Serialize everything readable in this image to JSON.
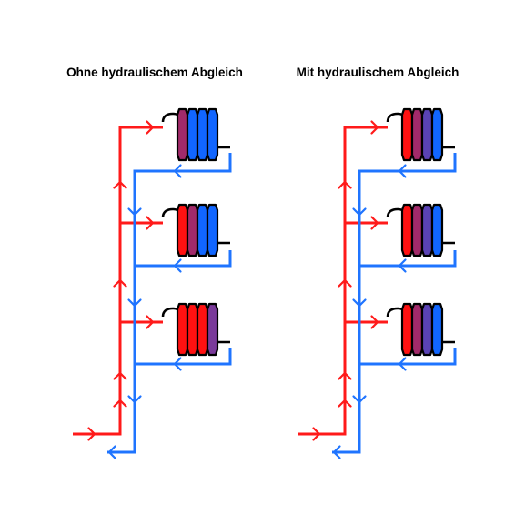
{
  "colors": {
    "supply": "#ff1a1a",
    "return": "#1f74ff",
    "outline": "#000000",
    "hot": "#ff1111",
    "warm": "#7a3a9a",
    "cool": "#1166ff",
    "mid": "#a22a6a",
    "mid2": "#5a43b5"
  },
  "panels": [
    {
      "title": "Ohne hydraulischem Abgleich",
      "radiators": [
        {
          "sections": [
            "mid",
            "cool",
            "cool",
            "cool"
          ]
        },
        {
          "sections": [
            "hot",
            "mid",
            "cool",
            "cool"
          ]
        },
        {
          "sections": [
            "hot",
            "hot",
            "hot",
            "warm"
          ]
        }
      ]
    },
    {
      "title": "Mit hydraulischem Abgleich",
      "radiators": [
        {
          "sections": [
            "hot",
            "mid",
            "mid2",
            "cool"
          ]
        },
        {
          "sections": [
            "hot",
            "mid",
            "mid2",
            "cool"
          ]
        },
        {
          "sections": [
            "hot",
            "mid",
            "mid2",
            "cool"
          ]
        }
      ]
    }
  ]
}
